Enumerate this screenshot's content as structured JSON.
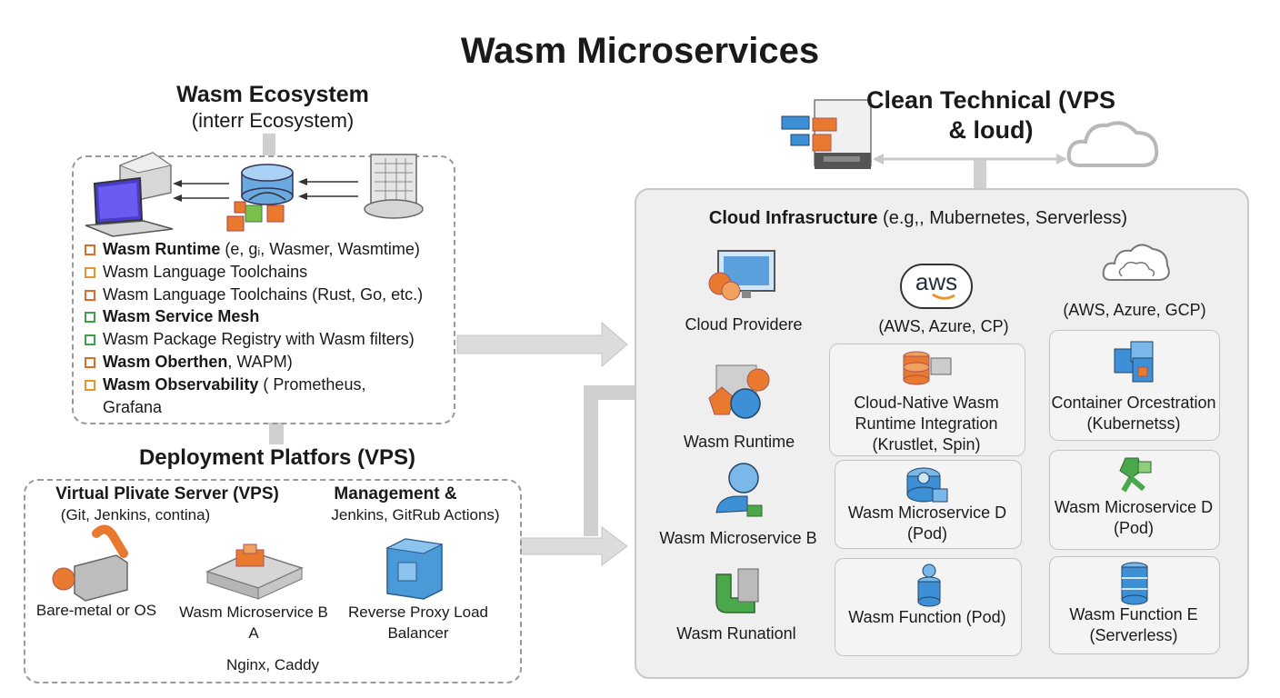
{
  "title": "Wasm Microservices",
  "ecosystem": {
    "title": "Wasm Ecosystem",
    "subtitle": "(interr Ecosystem)",
    "items": [
      {
        "bold": "Wasm Runtime",
        "rest": " (e, gᵢ, Wasmer, Wasmtime)",
        "color": "#e06a2a"
      },
      {
        "bold": "",
        "rest": "Wasm Language Toolchains",
        "color": "#e8932e"
      },
      {
        "bold": "",
        "rest": "Wasm Language Toolchains (Rust, Go, etc.)",
        "color": "#e06a2a"
      },
      {
        "bold": "Wasm Service Mesh",
        "rest": "",
        "color": "#3fa04a"
      },
      {
        "bold": "",
        "rest": "Wasm Package Registry with Wasm filters)",
        "color": "#3fa04a"
      },
      {
        "bold": "Wasm Oberthen",
        "rest": ", WAPM)",
        "color": "#e06a2a"
      },
      {
        "bold": "Wasm Observability",
        "rest": " ( Prometheus, Grafana",
        "color": "#e8932e"
      }
    ]
  },
  "deployment": {
    "title": "Deployment Platfors (VPS)",
    "vps_title": "Virtual Plivate Server (VPS)",
    "vps_sub": "(Git, Jenkins, contina)",
    "mgmt_title": "Management &",
    "mgmt_sub": "Jenkins, GitRub Actions)",
    "bare_metal": "Bare-metal or OS",
    "microservice": "Wasm Microservice B A",
    "nginx": "Nginx, Caddy",
    "proxy": "Reverse Proxy Load Balancer"
  },
  "cloud": {
    "title": "Clean Technical (VPS & loud)",
    "infra_bold": "Cloud Infrasructure",
    "infra_rest": " (e.g,, Mubernetes, Serverless)",
    "providers_label": "Cloud Providere",
    "aws_logo": "aws",
    "aws_caption": "(AWS, Azure, CP)",
    "multi_caption": "(AWS, Azure, GCP)",
    "runtime_label": "Wasm Runtime",
    "microservice_b": "Wasm Microservice B",
    "runation": "Wasm Runationl",
    "cards": {
      "native": "Cloud-Native Wasm Runtime Integration (Krustlet, Spin)",
      "orchestration": "Container Orcestration (Kubernetss)",
      "micro_d_pod": "Wasm Microservice D (Pod)",
      "micro_d_pod2": "Wasm Microservice D (Pod)",
      "function_pod": "Wasm Function (Pod)",
      "function_e": "Wasm Function E (Serverless)"
    }
  },
  "colors": {
    "orange": "#e8792e",
    "blue": "#3d8fd6",
    "green": "#4aa84a",
    "gray": "#c9c9c9"
  }
}
